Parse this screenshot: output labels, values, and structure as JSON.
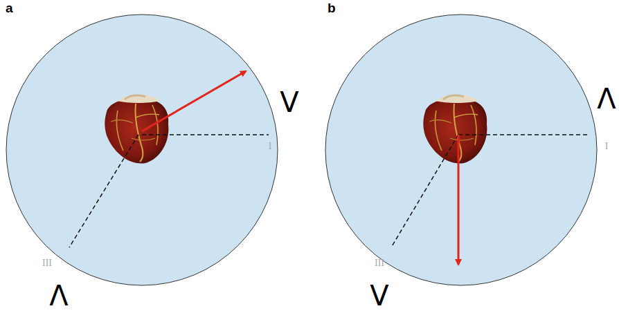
{
  "diagram": {
    "labels": [
      "a",
      "V",
      "I",
      "III",
      "Λ",
      "b",
      "Λ",
      "I",
      "III",
      "V"
    ]
  }
}
